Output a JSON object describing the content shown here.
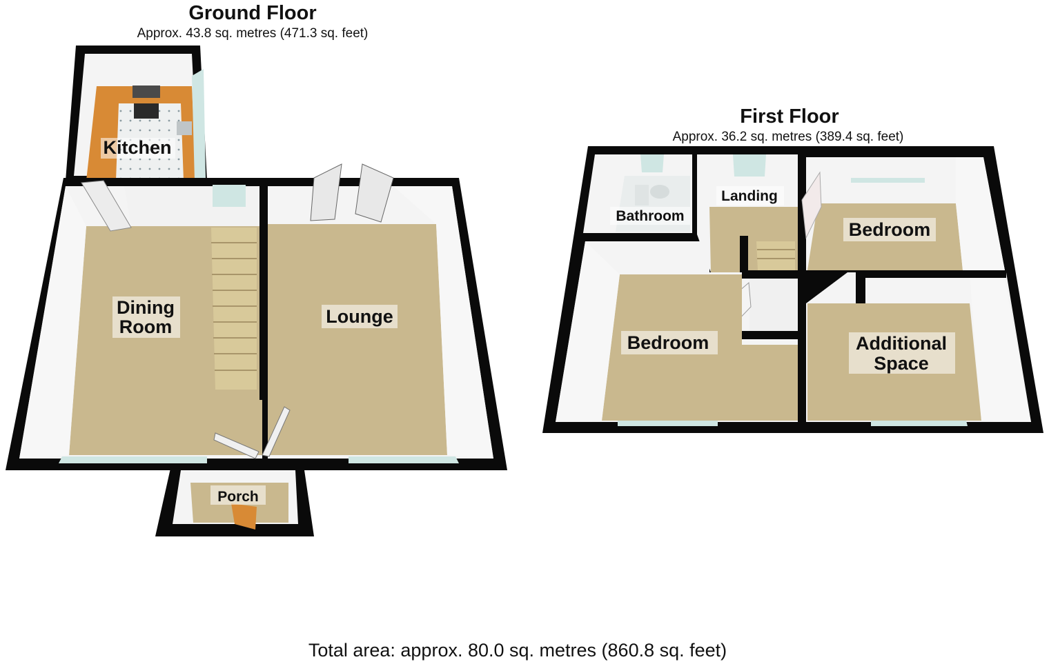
{
  "ground_floor": {
    "title": "Ground Floor",
    "area": "Approx. 43.8 sq. metres (471.3 sq. feet)",
    "rooms": {
      "kitchen": "Kitchen",
      "dining_line1": "Dining",
      "dining_line2": "Room",
      "lounge": "Lounge",
      "porch": "Porch"
    }
  },
  "first_floor": {
    "title": "First Floor",
    "area": "Approx. 36.2 sq. metres (389.4 sq. feet)",
    "rooms": {
      "bathroom": "Bathroom",
      "landing": "Landing",
      "bedroom_rear": "Bedroom",
      "bedroom_front": "Bedroom",
      "additional_line1": "Additional",
      "additional_line2": "Space"
    }
  },
  "total_area": "Total area: approx. 80.0 sq. metres (860.8 sq. feet)",
  "colors": {
    "wall": "#0a0a0a",
    "floor_carpet": "#c9b88e",
    "kitchen_worktop": "#d88a35",
    "wall_face": "#f4f4f4",
    "window": "#cfe6e3"
  }
}
